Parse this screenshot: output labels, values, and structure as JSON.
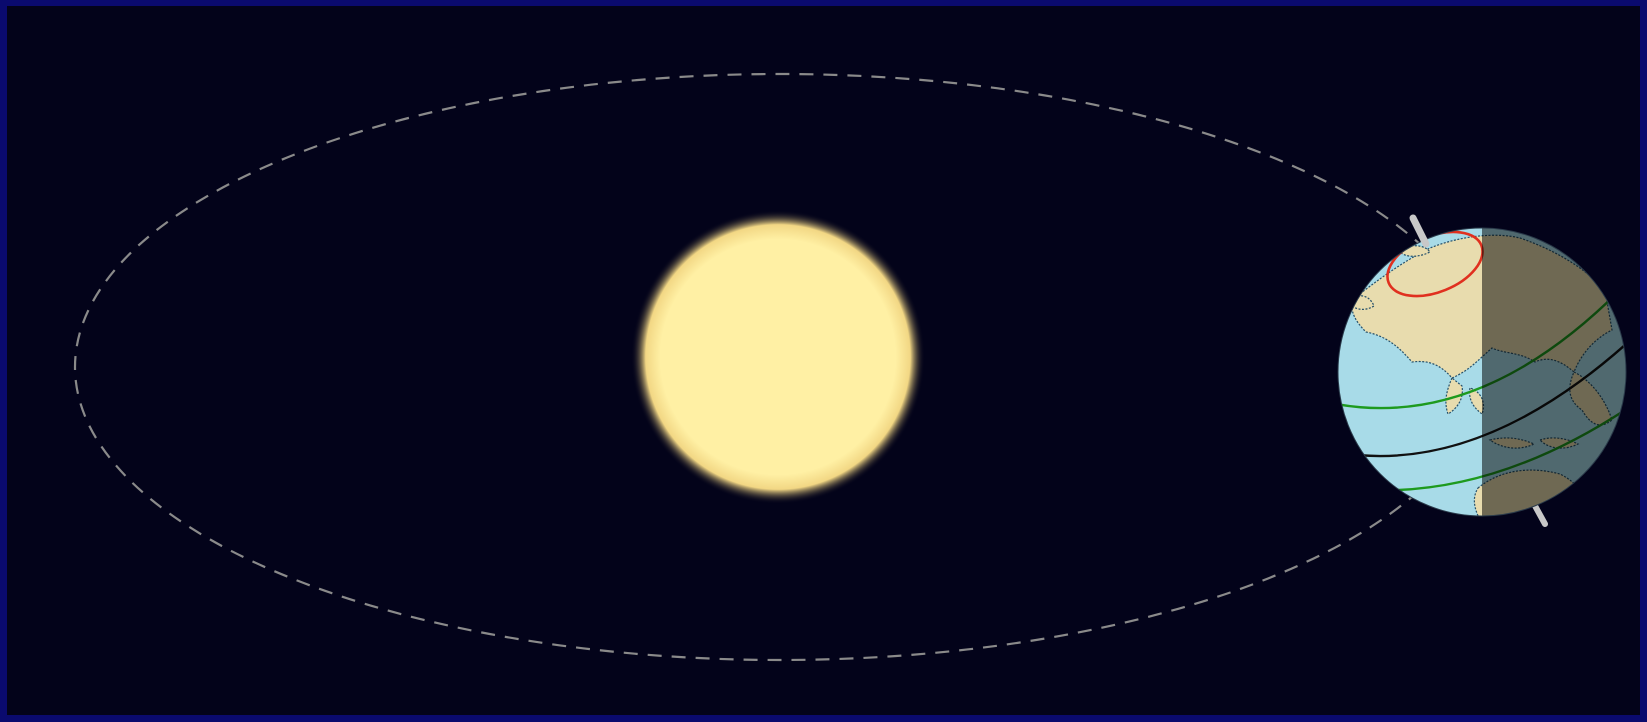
{
  "diagram": {
    "subject": "sun-earth-orbit",
    "colors": {
      "border": "#0a0a6e",
      "space": "#03031a",
      "orbit": "#8a8a8a",
      "sun_core": "#fff0a4",
      "sun_glow": "#f2d784",
      "ocean": "#a8dbe8",
      "land": "#e8dcae",
      "night_shade": "#000000",
      "arctic_circle": "#e0301f",
      "tropics": "#1e9a1e",
      "equator": "#111111",
      "axis": "#c8c8c8"
    },
    "elements": [
      {
        "name": "sun"
      },
      {
        "name": "orbit-path",
        "style": "dashed"
      },
      {
        "name": "earth",
        "phase": "half-lit"
      },
      {
        "name": "arctic-circle"
      },
      {
        "name": "tropic-of-cancer"
      },
      {
        "name": "equator"
      },
      {
        "name": "tropic-of-capricorn"
      },
      {
        "name": "rotation-axis"
      }
    ]
  }
}
